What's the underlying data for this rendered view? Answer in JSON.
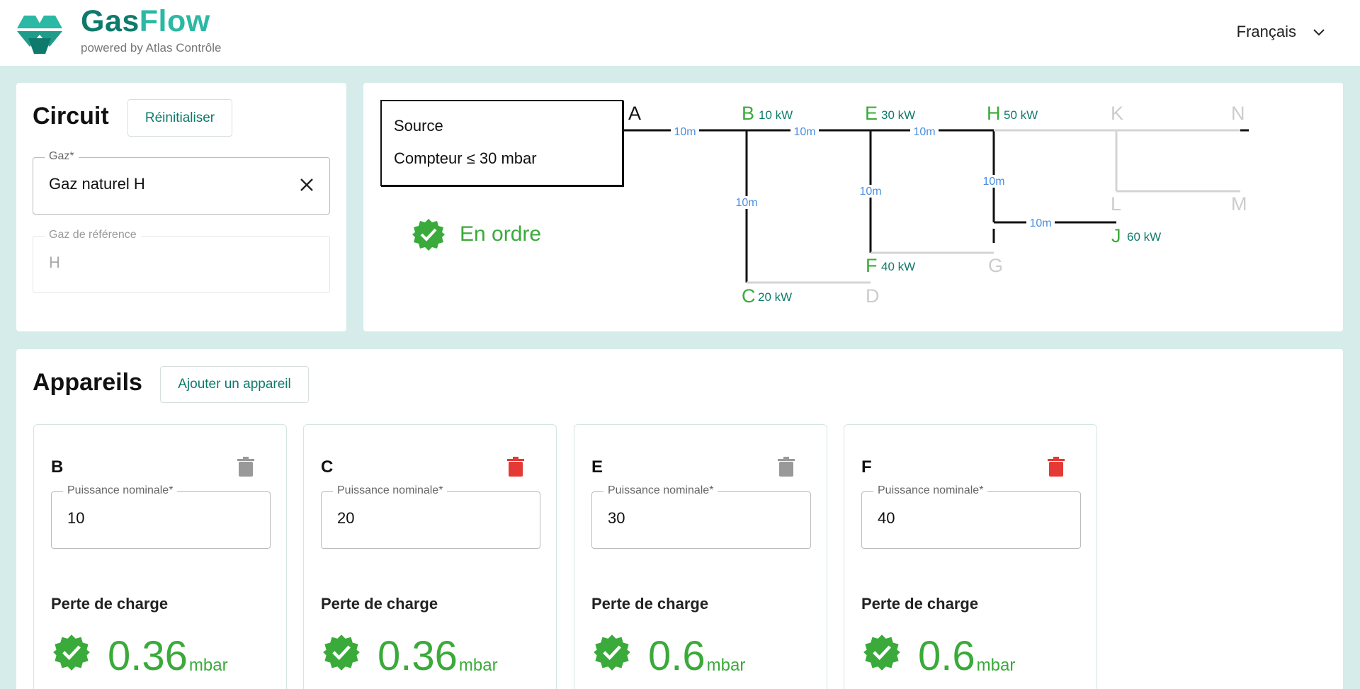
{
  "header": {
    "brand_part1": "Gas",
    "brand_part2": "Flow",
    "tagline": "powered by Atlas Contrôle",
    "language": "Français"
  },
  "circuit": {
    "title": "Circuit",
    "reset_label": "Réinitialiser",
    "gas_field": {
      "label": "Gaz*",
      "value": "Gaz naturel H"
    },
    "ref_field": {
      "label": "Gaz de référence",
      "value": "H"
    }
  },
  "diagram": {
    "source_line1": "Source",
    "source_line2": "Compteur ≤ 30 mbar",
    "status": "En ordre",
    "nodes": {
      "A": "A",
      "B": "B",
      "C": "C",
      "D": "D",
      "E": "E",
      "F": "F",
      "G": "G",
      "H": "H",
      "J": "J",
      "K": "K",
      "L": "L",
      "M": "M",
      "N": "N"
    },
    "powers": {
      "B": "10 kW",
      "C": "20 kW",
      "E": "30 kW",
      "F": "40 kW",
      "H": "50 kW",
      "J": "60 kW"
    },
    "length": "10m"
  },
  "appareils": {
    "title": "Appareils",
    "add_label": "Ajouter un appareil",
    "power_label": "Puissance nominale*",
    "perte_label": "Perte de charge",
    "unit": "mbar",
    "devices": [
      {
        "name": "B",
        "power": "10",
        "loss": "0.36",
        "trash": "disabled"
      },
      {
        "name": "C",
        "power": "20",
        "loss": "0.36",
        "trash": "active"
      },
      {
        "name": "E",
        "power": "30",
        "loss": "0.6",
        "trash": "disabled"
      },
      {
        "name": "F",
        "power": "40",
        "loss": "0.6",
        "trash": "active"
      }
    ]
  },
  "colors": {
    "brand_dark": "#0e7a6c",
    "brand_light": "#2bb8a4",
    "ok_green": "#3aaa3a",
    "length_blue": "#4a8ee0",
    "trash_red": "#e53935",
    "trash_gray": "#999999"
  }
}
